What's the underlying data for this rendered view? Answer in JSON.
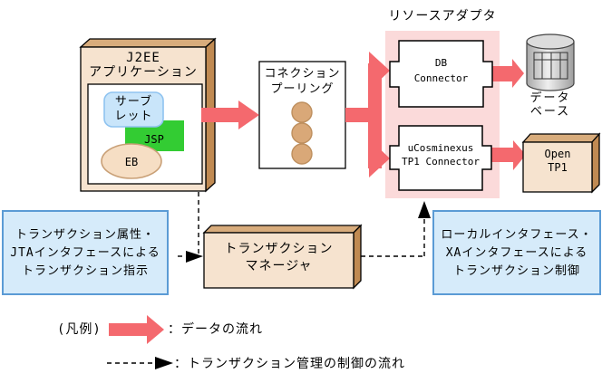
{
  "labels": {
    "resource_adapter": "リソースアダプタ"
  },
  "nodes": {
    "j2ee_app": {
      "title_1": "J2EE",
      "title_2": "アプリケーション",
      "servlet_1": "サーブ",
      "servlet_2": "レット",
      "jsp": "JSP",
      "eb": "EB"
    },
    "connection_pooling": {
      "line1": "コネクション",
      "line2": "プーリング"
    },
    "db_connector": {
      "line1": "DB",
      "line2": "Connector"
    },
    "tp1_connector": {
      "line1": "uCosminexus",
      "line2": "TP1 Connector"
    },
    "database": {
      "line1": "データ",
      "line2": "ベース"
    },
    "open_tp1": {
      "line1": "Open",
      "line2": "TP1"
    },
    "tx_manager": {
      "line1": "トランザクション",
      "line2": "マネージャ"
    },
    "left_note": {
      "line1": "トランザクション属性・",
      "line2": "JTAインタフェースによる",
      "line3": "トランザクション指示"
    },
    "right_note": {
      "line1": "ローカルインタフェース・",
      "line2": "XAインタフェースによる",
      "line3": "トランザクション制御"
    }
  },
  "legend": {
    "caption": "(凡例)",
    "data_flow": "：データの流れ",
    "control_flow": "：トランザクション管理の制御の流れ"
  },
  "colors": {
    "red": "#f4696e",
    "pink": "#fbdada",
    "tan-front": "#f6e3cf",
    "tan-top": "#d8ac7c",
    "tan-side": "#c08a52",
    "green": "#33cc33",
    "servlet-fill": "#c9e5fa",
    "servlet-border": "#8fc3f0",
    "eb-fill": "#f6dec4",
    "eb-border": "#c9a077",
    "circle": "#d9a878",
    "circle-border": "#be8f5e",
    "note-fill": "#d6ebfa",
    "note-border": "#5b9bd5"
  }
}
